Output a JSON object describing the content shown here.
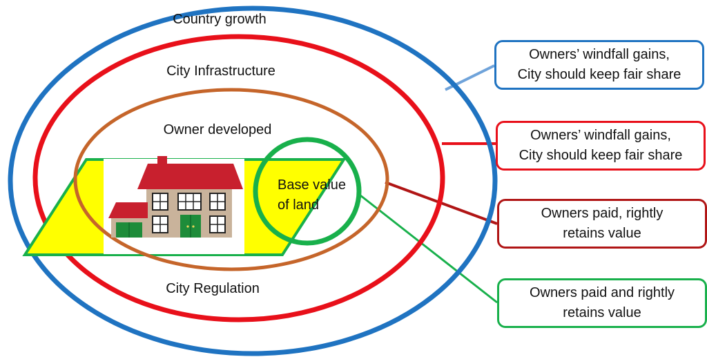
{
  "colors": {
    "country": "#1F73C1",
    "city_infrastructure": "#E8101A",
    "owner_developed": "#C5652A",
    "base_land": "#18B04B",
    "owners_paid_callout": "#B01515",
    "land_fill": "#FFFF00"
  },
  "rings": {
    "country_growth": "Country growth",
    "city_infrastructure": "City Infrastructure",
    "owner_developed": "Owner developed",
    "city_regulation": "City Regulation",
    "base_value_line1": "Base value",
    "base_value_line2": "of  land"
  },
  "callouts": [
    {
      "line1": "Owners’ windfall gains,",
      "line2": "City should keep fair share"
    },
    {
      "line1": "Owners’ windfall gains,",
      "line2": "City should keep fair share"
    },
    {
      "line1": "Owners paid, rightly",
      "line2": "retains value"
    },
    {
      "line1": "Owners paid and rightly",
      "line2": "retains value"
    }
  ],
  "icons": {
    "house": "house-icon"
  }
}
